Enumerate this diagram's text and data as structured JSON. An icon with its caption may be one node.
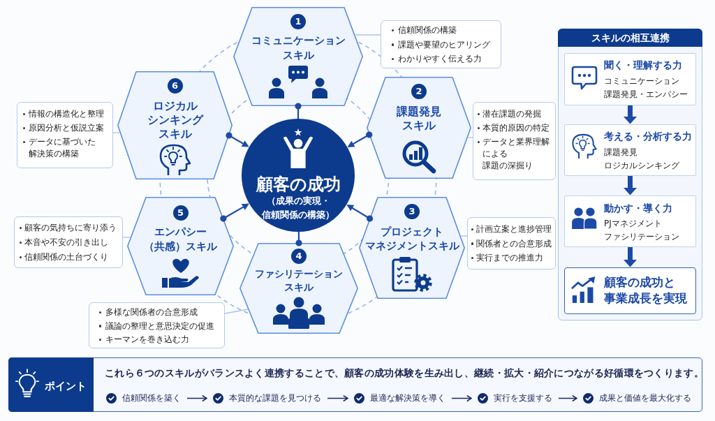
{
  "diagram": {
    "nodes": [
      {
        "text": [
          "顧客の成功",
          "（成果の実現・信頼関係の構築）"
        ]
      },
      {
        "text": [
          "1",
          "コミュニケーションスキル"
        ]
      },
      {
        "text": [
          "信頼関係の構築",
          "課題や要望のヒアリング",
          "わかりやすく伝える力"
        ]
      },
      {
        "text": [
          "2",
          "課題発見スキル"
        ]
      },
      {
        "text": [
          "潜在課題の発掘",
          "本質的原因の特定",
          "データと業界理解による課題の深掘り"
        ]
      },
      {
        "text": [
          "3",
          "プロジェクトマネジメントスキル"
        ]
      },
      {
        "text": [
          "計画立案と進捗管理",
          "関係者との合意形成",
          "実行までの推進力"
        ]
      },
      {
        "text": [
          "4",
          "ファシリテーションスキル"
        ]
      },
      {
        "text": [
          "多様な関係者の合意形成",
          "議論の整理と意思決定の促進",
          "キーマンを巻き込む力"
        ]
      },
      {
        "text": [
          "5",
          "エンパシー（共感）スキル"
        ]
      },
      {
        "text": [
          "顧客の気持ちに寄り添う",
          "本音や不安の引き出し",
          "信頼関係の土台づくり"
        ]
      },
      {
        "text": [
          "6",
          "ロジカルシンキングスキル"
        ]
      },
      {
        "text": [
          "情報の構造化と整理",
          "原因分析と仮説立案",
          "データに基づいた解決策の構築"
        ]
      },
      {
        "text": [
          "スキルの相互連携"
        ]
      },
      {
        "text": [
          "聞く・理解する力",
          "コミュニケーション",
          "課題発見・エンパシー"
        ],
        "in": 13
      },
      {
        "text": [
          "考える・分析する力",
          "課題発見",
          "ロジカルシンキング"
        ],
        "in": 13
      },
      {
        "text": [
          "動かす・導く力",
          "PJマネジメント",
          "ファシリテーション"
        ],
        "in": 13
      },
      {
        "text": [
          "顧客の成功と事業成長を実現"
        ],
        "in": 13
      },
      {
        "text": [
          "ポイント",
          "これら６つのスキルがバランスよく連携することで、顧客の成功体験を生み出し、継続・拡大・紹介につながる好循環をつくります。"
        ]
      },
      {
        "text": [
          "信頼関係を築く"
        ],
        "in": 18
      },
      {
        "text": [
          "本質的な課題を見つける"
        ],
        "in": 18
      },
      {
        "text": [
          "最適な解決策を導く"
        ],
        "in": 18
      },
      {
        "text": [
          "実行を支援する"
        ],
        "in": 18
      },
      {
        "text": [
          "成果と価値を最大化する"
        ],
        "in": 18
      }
    ],
    "edges": [
      {
        "from": 1,
        "to": 0,
        "arrow": "other"
      },
      {
        "from": 3,
        "to": 0,
        "arrow": "to"
      },
      {
        "from": 5,
        "to": 0,
        "arrow": "to"
      },
      {
        "from": 7,
        "to": 0,
        "arrow": "other"
      },
      {
        "from": 9,
        "to": 0,
        "arrow": "to"
      },
      {
        "from": 11,
        "to": 0,
        "arrow": "to"
      },
      {
        "from": 2,
        "to": 1,
        "arrow": "none",
        "color": "#a9c4ee"
      },
      {
        "from": 4,
        "to": 3,
        "arrow": "none",
        "color": "#a9c4ee"
      },
      {
        "from": 6,
        "to": 5,
        "arrow": "none",
        "color": "#a9c4ee"
      },
      {
        "from": 8,
        "to": 7,
        "arrow": "none",
        "color": "#a9c4ee"
      },
      {
        "from": 10,
        "to": 9,
        "arrow": "none",
        "color": "#a9c4ee"
      },
      {
        "from": 12,
        "to": 11,
        "arrow": "none",
        "color": "#a9c4ee"
      },
      {
        "from": 14,
        "to": 15,
        "arrow": "to",
        "style": "thick"
      },
      {
        "from": 15,
        "to": 16,
        "arrow": "to",
        "style": "thick"
      },
      {
        "from": 16,
        "to": 17,
        "arrow": "to",
        "style": "thick"
      },
      {
        "from": 19,
        "to": 20,
        "arrow": "to",
        "color": "#1b2a5c"
      },
      {
        "from": 20,
        "to": 21,
        "arrow": "to",
        "color": "#1b2a5c"
      },
      {
        "from": 21,
        "to": 22,
        "arrow": "to",
        "color": "#1b2a5c"
      },
      {
        "from": 22,
        "to": 23,
        "arrow": "to",
        "color": "#1b2a5c"
      }
    ]
  }
}
